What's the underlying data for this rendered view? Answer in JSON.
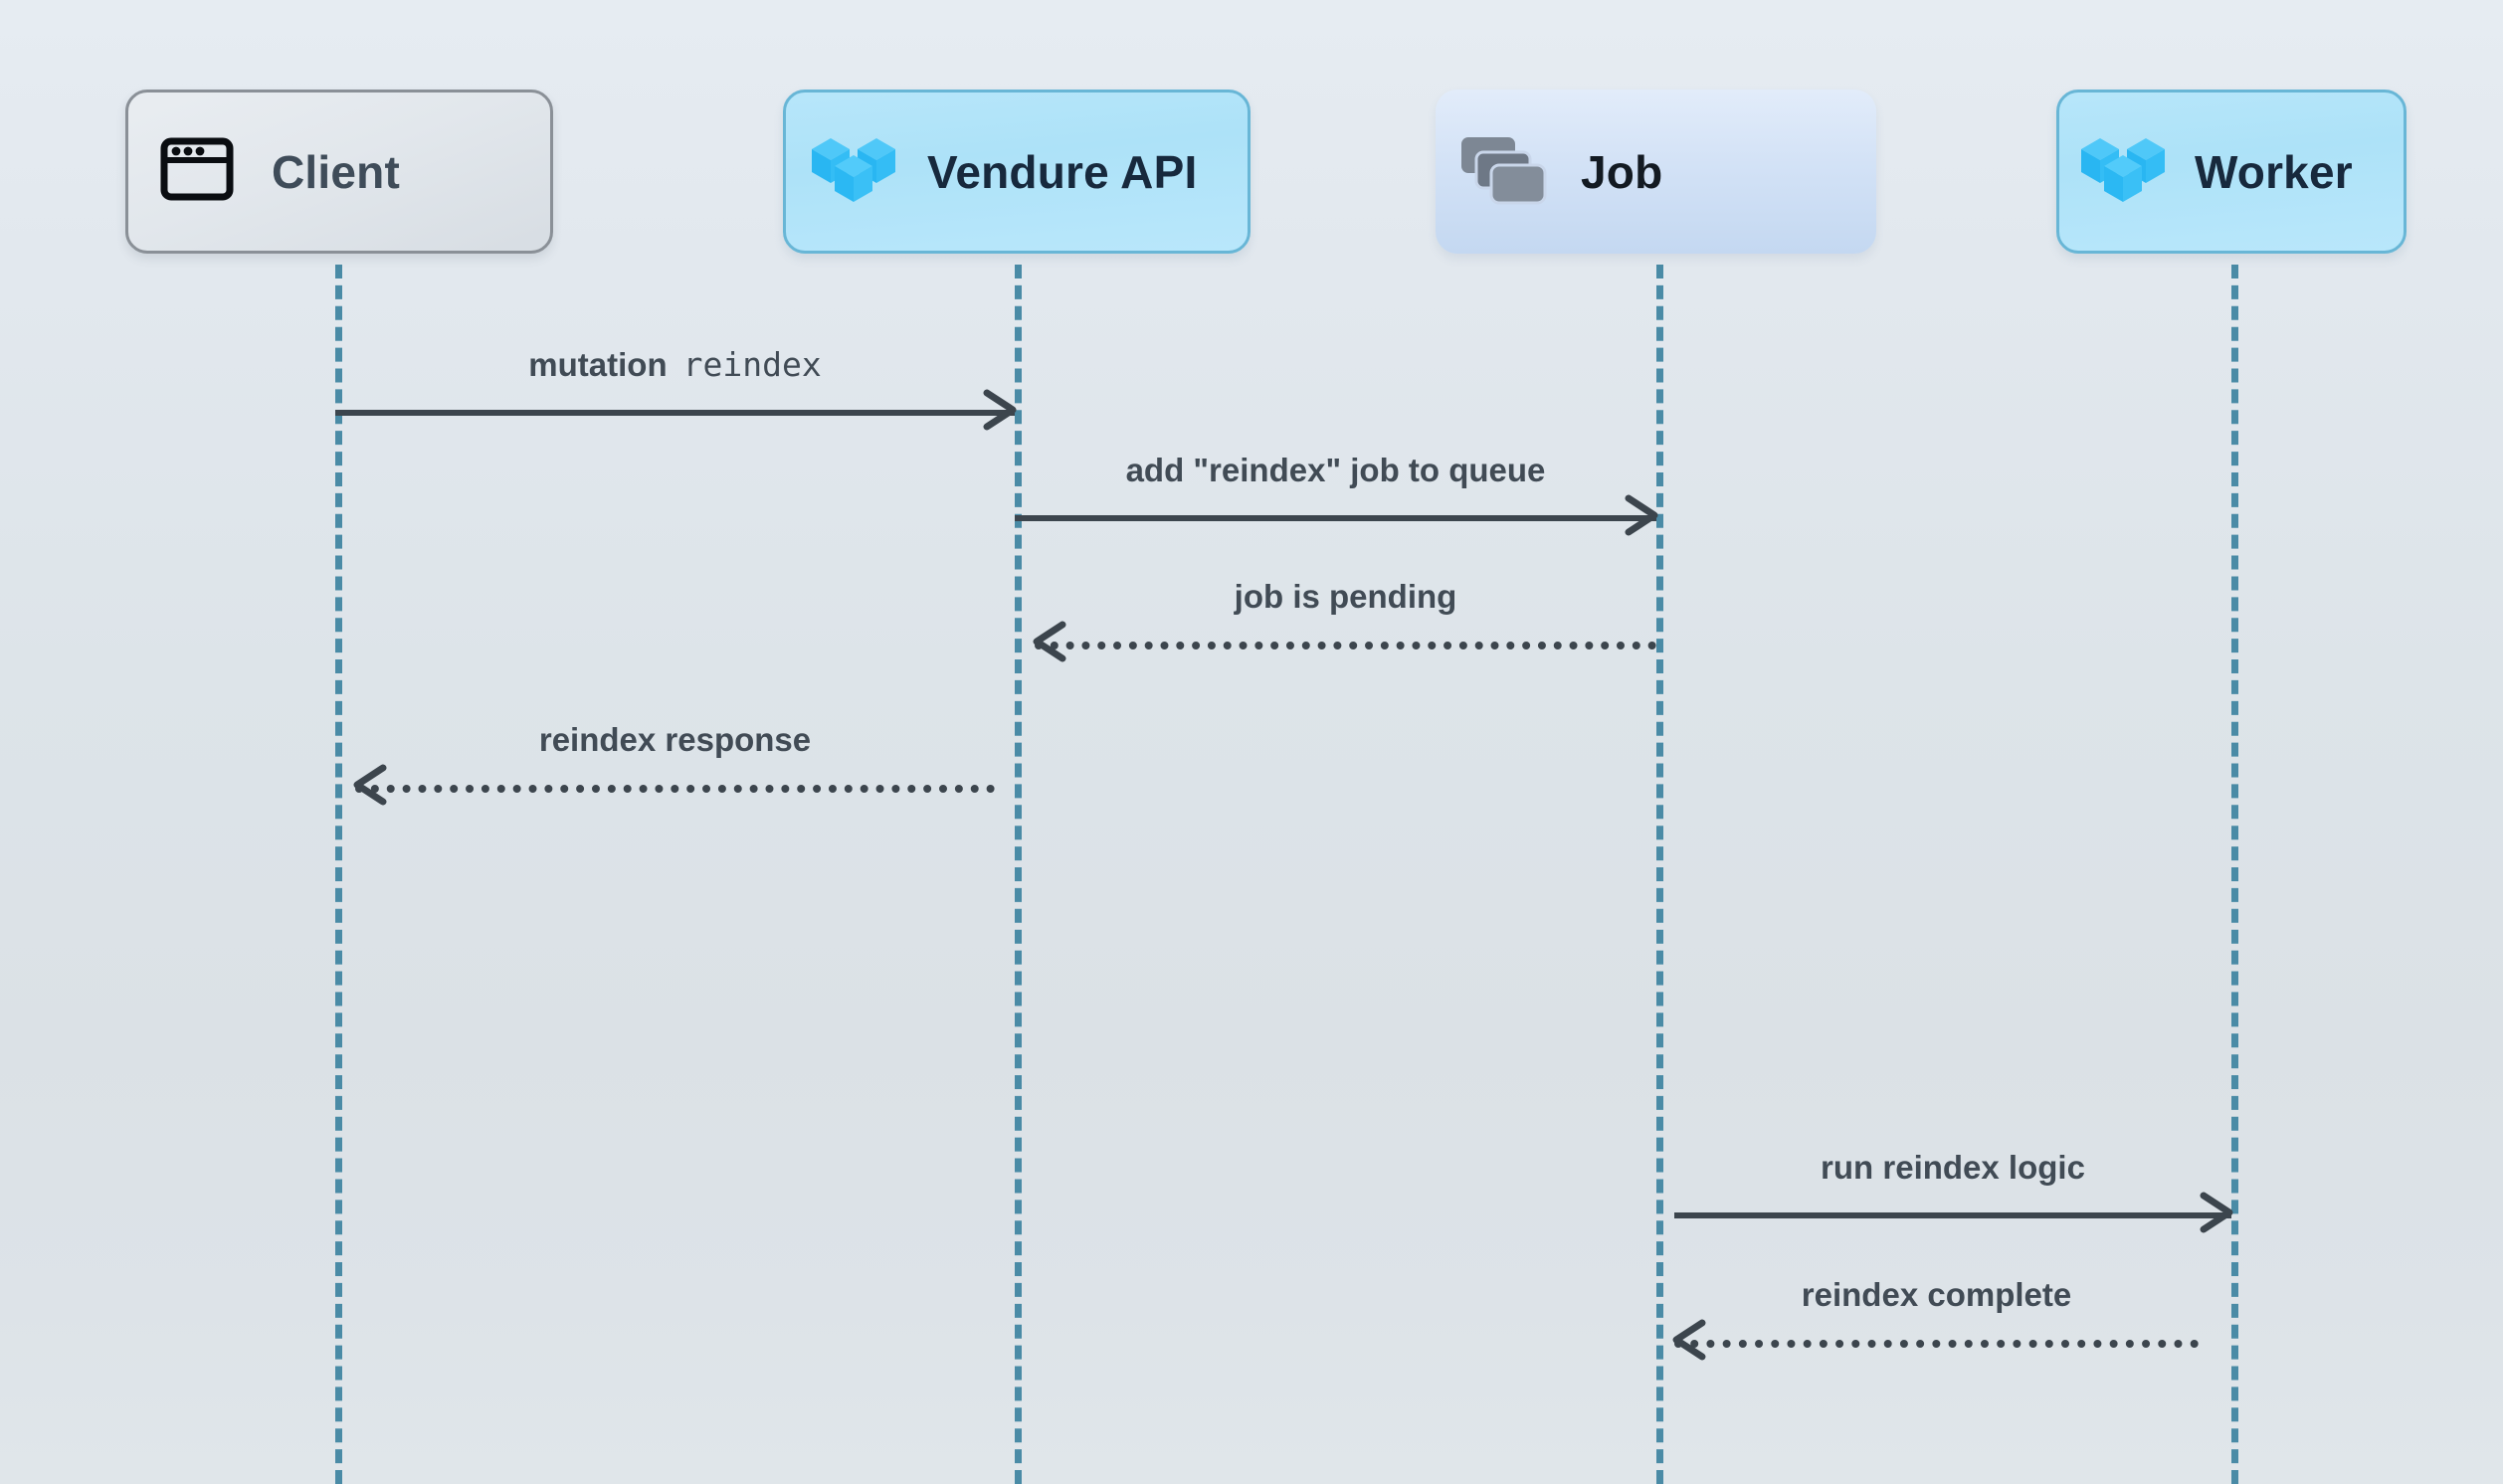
{
  "diagram": {
    "type": "sequence-diagram",
    "title": "",
    "background_top_color": "#e6ecf2",
    "background_bottom_color": "#e0e6ea",
    "lifeline_color": "#4a8ba6",
    "arrow_color": "#3c454d",
    "label_color": "#414b55"
  },
  "participants": [
    {
      "id": "client",
      "label": "Client",
      "icon": "browser-window-icon",
      "box_fill": "#e2e7ec",
      "box_border": "#8a9097",
      "label_color": "#3f4c59"
    },
    {
      "id": "vendure-api",
      "label": "Vendure API",
      "icon": "vendure-cubes-icon",
      "box_fill": "#ade2f8",
      "box_border": "#68b6d6",
      "label_color": "#17293d"
    },
    {
      "id": "job",
      "label": "Job",
      "icon": "stacked-cards-icon",
      "box_fill": "#d3e2f6",
      "box_border": "none",
      "label_color": "#131a22"
    },
    {
      "id": "worker",
      "label": "Worker",
      "icon": "vendure-cubes-icon",
      "box_fill": "#ade2f8",
      "box_border": "#68b6d6",
      "label_color": "#17293d"
    }
  ],
  "messages": [
    {
      "id": "m1",
      "from": "client",
      "to": "vendure-api",
      "direction": "right",
      "line": "solid",
      "label": "mutation",
      "label_code": "reindex"
    },
    {
      "id": "m2",
      "from": "vendure-api",
      "to": "job",
      "direction": "right",
      "line": "solid",
      "label": "add \"reindex\" job to queue"
    },
    {
      "id": "m3",
      "from": "job",
      "to": "vendure-api",
      "direction": "left",
      "line": "dotted",
      "label": "job is pending"
    },
    {
      "id": "m4",
      "from": "vendure-api",
      "to": "client",
      "direction": "left",
      "line": "dotted",
      "label": "reindex response"
    },
    {
      "id": "m5",
      "from": "job",
      "to": "worker",
      "direction": "right",
      "line": "solid",
      "label": "run reindex logic"
    },
    {
      "id": "m6",
      "from": "worker",
      "to": "job",
      "direction": "left",
      "line": "dotted",
      "label": "reindex complete"
    }
  ]
}
